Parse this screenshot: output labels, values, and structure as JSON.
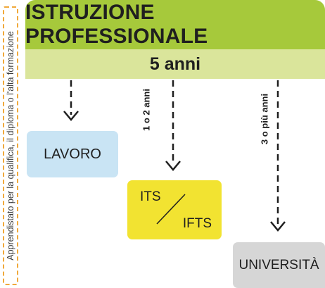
{
  "side_label": "Apprendistato per la qualifica, il diploma o l'alta formazione",
  "header": {
    "title": "ISTRUZIONE PROFESSIONALE",
    "duration": "5 anni"
  },
  "boxes": {
    "lavoro": "LAVORO",
    "its": "ITS",
    "ifts": "IFTS",
    "universita": "UNIVERSITÀ"
  },
  "arrow_labels": {
    "its": "1 o 2 anni",
    "universita": "3 o più anni"
  },
  "colors": {
    "header_top": "#a6c93b",
    "header_bottom": "#dae59b",
    "lavoro": "#c9e4f4",
    "its": "#f2e331",
    "universita": "#d6d6d6",
    "side_border": "#f0a93b"
  }
}
